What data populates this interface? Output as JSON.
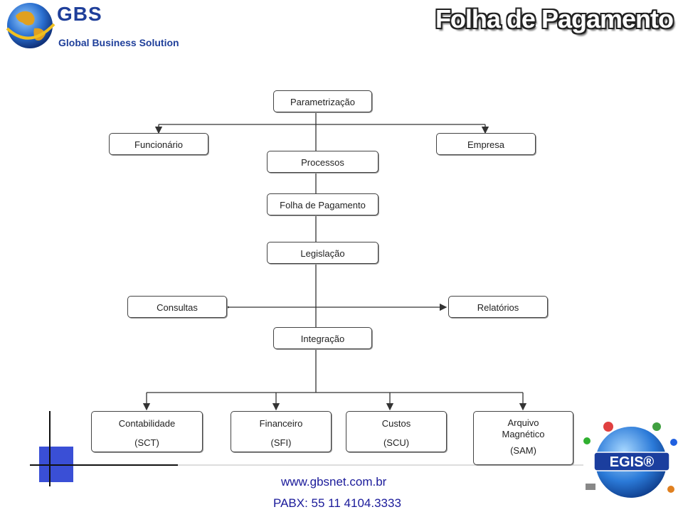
{
  "header": {
    "logo_acronym": "GBS",
    "logo_subtitle": "Global Business Solution",
    "title": "Folha de Pagamento"
  },
  "diagram": {
    "parametrizacao": "Parametrização",
    "funcionario": "Funcionário",
    "empresa": "Empresa",
    "processos": "Processos",
    "folha": "Folha de Pagamento",
    "legislacao": "Legislação",
    "consultas": "Consultas",
    "relatorios": "Relatórios",
    "integracao": "Integração",
    "modules": [
      {
        "name": "Contabilidade",
        "code": "(SCT)"
      },
      {
        "name": "Financeiro",
        "code": "(SFI)"
      },
      {
        "name": "Custos",
        "code": "(SCU)"
      },
      {
        "name": "Arquivo Magnético",
        "code": "(SAM)"
      }
    ]
  },
  "footer": {
    "url": "www.gbsnet.com.br",
    "phone": "PABX: 55 11 4104.3333",
    "egis_logo": "EGIS®"
  },
  "colors": {
    "brand_blue": "#1f3f9a",
    "accent_blue": "#3a4fd6"
  }
}
